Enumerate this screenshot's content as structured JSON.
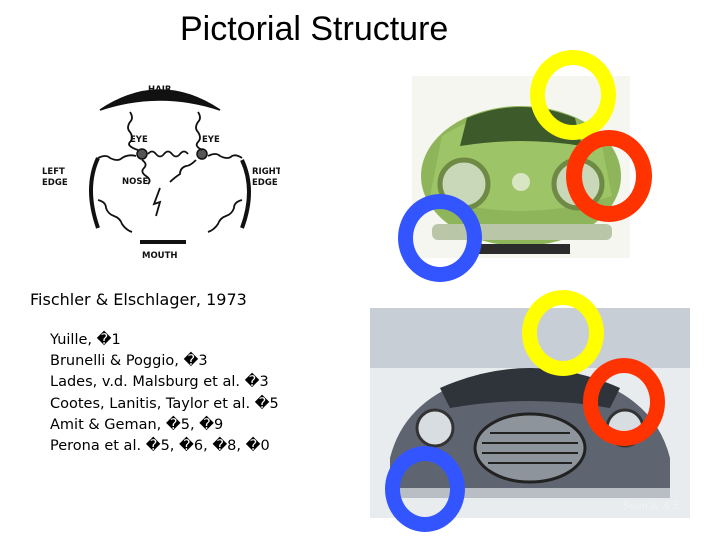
{
  "title": "Pictorial Structure",
  "diagram": {
    "labels": {
      "hair": "HAIR",
      "eye_left": "EYE",
      "eye_right": "EYE",
      "left_edge": [
        "LEFT",
        "EDGE"
      ],
      "right_edge": [
        "RIGHT",
        "EDGE"
      ],
      "nose": "NOSE",
      "mouth": "MOUTH"
    }
  },
  "caption": "Fischler & Elschlager, 1973",
  "references": [
    "Yuille, �1",
    "Brunelli & Poggio, �3",
    "Lades, v.d. Malsburg et al. �3",
    "Cootes, Lanitis, Taylor et al. �5",
    "Amit & Geman, �5, �9",
    "Perona et al. �5, �6, �8, �0"
  ],
  "photo_signature": "Soan'& A'E",
  "ring_colors": {
    "yellow": "#ffff00",
    "red": "#ff3300",
    "blue": "#3355ff"
  }
}
